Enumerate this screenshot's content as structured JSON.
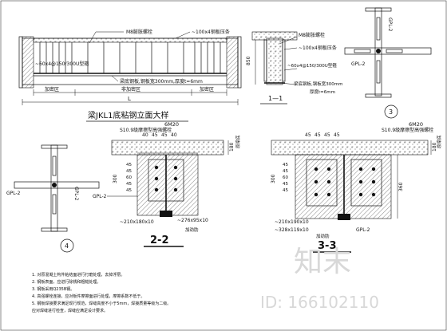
{
  "beam_elevation": {
    "title": "梁JKL1底粘钢立面大样",
    "labels": {
      "bolt": "M8膨胀螺栓",
      "plate_top": "~100x4钢板压条",
      "plate_bottom": "~60x4@150/300U型箍",
      "weld_note": "梁底钢板,钢板宽300mm,厚度t=6mm",
      "zone_left": "加密区",
      "zone_mid": "非加密区",
      "zone_right": "加密区",
      "span": "L"
    }
  },
  "section_1_1": {
    "title": "1—1",
    "height": "850",
    "labels": {
      "bolt": "M8膨胀螺栓",
      "strip": "~100x4钢板压条",
      "u_hoop": "~60x4@150/300U型箍",
      "bottom_plate": "梁底钢板,钢板宽300mm",
      "thickness": "厚度t=6mm"
    }
  },
  "detail_3": {
    "mark": "3",
    "labels": {
      "gpl_top": "GPL-2",
      "gpl_left": "GPL-2"
    }
  },
  "detail_4": {
    "mark": "4",
    "labels": {
      "gpl_left": "GPL-2",
      "gpl_right": "GPL-2"
    }
  },
  "section_2_2": {
    "title": "2-2",
    "bolts_top": "6M20",
    "bolt_grade": "S10.9级摩擦型高强螺栓",
    "dims_top": [
      "40",
      "45",
      "45",
      "40"
    ],
    "side_dims": [
      "45",
      "45",
      "60",
      "45",
      "45"
    ],
    "h300": "300",
    "h180": "180",
    "beam_label": "原梁底",
    "gpl": "GPL-2",
    "plate_a": "~210x180x10",
    "plate_b": "~276x95x10",
    "stiff": "加劲肋"
  },
  "section_3_3": {
    "title": "3-3",
    "bolts_top": "6M20",
    "bolt_grade": "S10.9级摩擦型高强螺栓",
    "dims_top": [
      "45",
      "45",
      "45",
      "45"
    ],
    "side_dims": [
      "45",
      "45",
      "60",
      "45",
      "45"
    ],
    "h300": "300",
    "h360": "360",
    "h180": "180",
    "beam_label": "原梁底",
    "gpl": "GPL-2",
    "plate_a": "~210x190x10",
    "plate_b": "~328x119x10",
    "stiff": "加劲肋"
  },
  "notes": {
    "n1": "1. 对原混凝土构件粘结面进行打磨处理，去掉浮层。",
    "n2": "2. 钢板表面，应进行除锈和粗糙处理。",
    "n3": "3. 钢板采用Q235B钢。",
    "n4": "4. 高强螺栓连接，应对板件摩擦面进行处理，摩擦系数不低于。",
    "n5": "5. 钢板焊接要求满足现行规范，焊缝高度不小于5mm，焊接质量等级为二级。",
    "n6": "   应对焊缝进行检查，焊缝应满足设计要求。"
  },
  "watermark": {
    "text": "知末",
    "id": "ID: 166102110"
  }
}
